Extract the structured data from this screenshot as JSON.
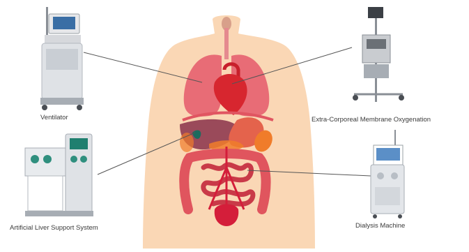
{
  "labels": {
    "ventilator": "Ventilator",
    "ecmo": "Extra-Corporeal Membrane Oxygenation",
    "liver_support": "Artificial Liver Support System",
    "dialysis": "Dialysis Machine"
  },
  "colors": {
    "body": "#fad7b5",
    "lungs": "#e86c76",
    "heart": "#d7262f",
    "liver": "#9a4a5a",
    "stomach": "#e4634c",
    "kidney": "#f07c2a",
    "intestine": "#e0555e",
    "bladder": "#d41e3a",
    "device": "#c9ccd0",
    "pointer": "#555555"
  }
}
